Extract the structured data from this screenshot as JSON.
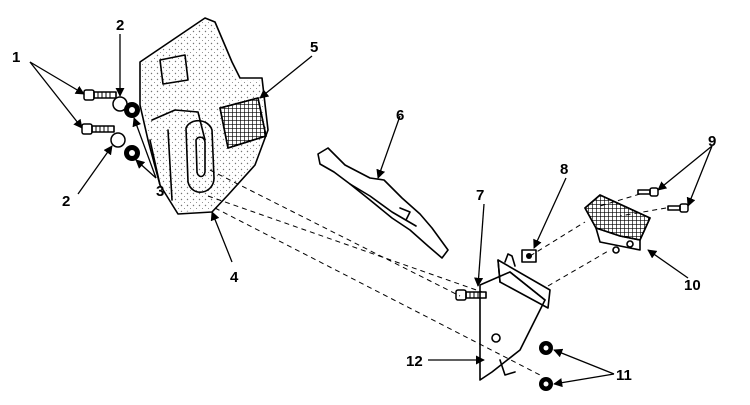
{
  "diagram": {
    "callouts": [
      "1",
      "2",
      "2",
      "3",
      "4",
      "5",
      "6",
      "7",
      "8",
      "9",
      "10",
      "11",
      "12"
    ]
  }
}
